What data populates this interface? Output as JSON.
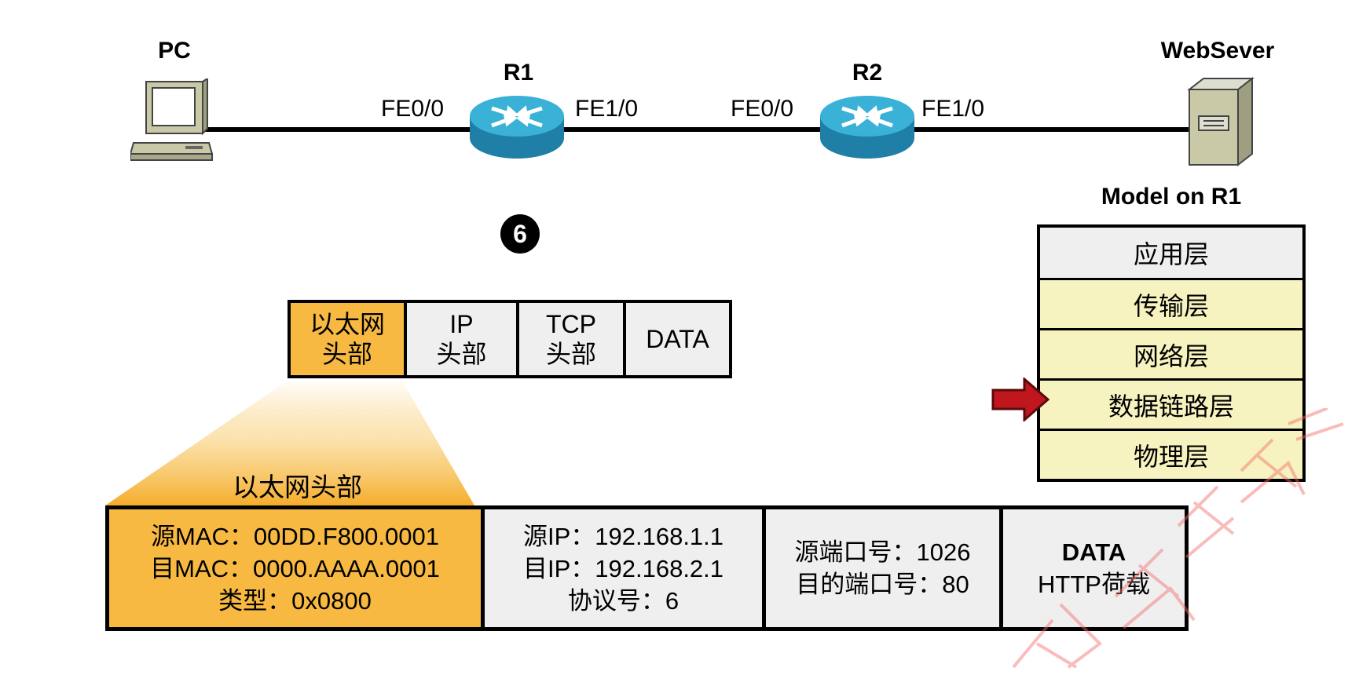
{
  "topology": {
    "pc_label": "PC",
    "r1_label": "R1",
    "r2_label": "R2",
    "server_label": "WebSever",
    "r1_left_port": "FE0/0",
    "r1_right_port": "FE1/0",
    "r2_left_port": "FE0/0",
    "r2_right_port": "FE1/0"
  },
  "step_number": "6",
  "packet": {
    "eth_line1": "以太网",
    "eth_line2": "头部",
    "ip_line1": "IP",
    "ip_line2": "头部",
    "tcp_line1": "TCP",
    "tcp_line2": "头部",
    "data": "DATA"
  },
  "eth_header_title": "以太网头部",
  "detail": {
    "eth": [
      "源MAC：00DD.F800.0001",
      "目MAC：0000.AAAA.0001",
      "类型：0x0800"
    ],
    "ip": [
      "源IP：192.168.1.1",
      "目IP：192.168.2.1",
      "协议号：6"
    ],
    "tcp": [
      "源端口号：1026",
      "目的端口号：80"
    ],
    "data_title": "DATA",
    "data_sub": "HTTP荷载"
  },
  "model": {
    "title": "Model on R1",
    "layers": [
      "应用层",
      "传输层",
      "网络层",
      "数据链路层",
      "物理层"
    ],
    "current_layer_index": 3
  },
  "colors": {
    "highlight": "#f7b942",
    "cell_bg": "#efefef",
    "layer_bg": "#f7f3c0",
    "router": "#2fa3c7",
    "arrow": "#c0161d"
  }
}
